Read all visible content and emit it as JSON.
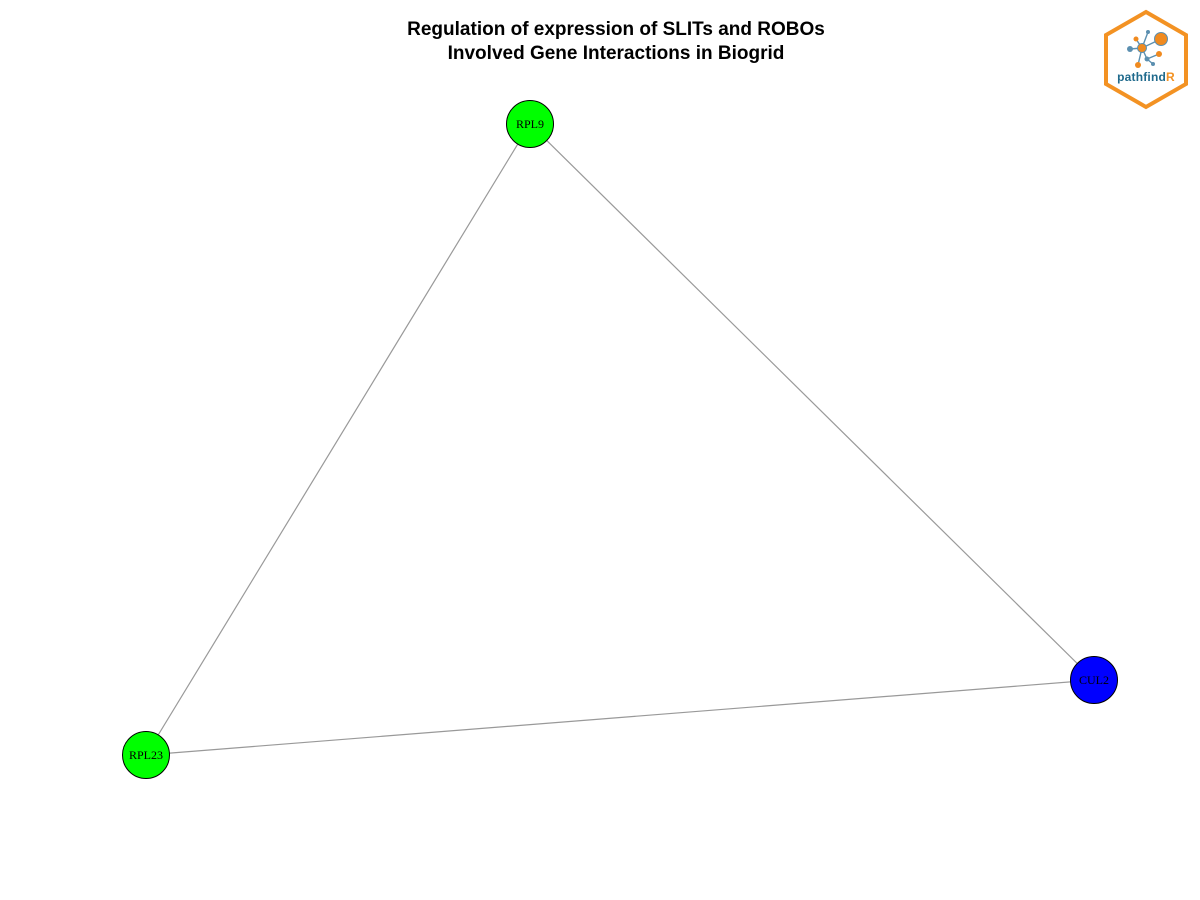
{
  "header": {
    "title_line1": "Regulation of expression of SLITs and ROBOs",
    "title_line2": "Involved Gene Interactions in Biogrid"
  },
  "logo": {
    "text_main": "pathfind",
    "text_accent": "R",
    "colors": {
      "hex": "#f39223",
      "text": "#1f6a8c",
      "node": "#f08a1f",
      "edge": "#5b8fb0"
    }
  },
  "graph": {
    "colors": {
      "up": "#00ff00",
      "down": "#0000ff",
      "edge": "#999999",
      "outline": "#000000"
    },
    "nodes": [
      {
        "id": "RPL9",
        "label": "RPL9",
        "group": "up"
      },
      {
        "id": "RPL23",
        "label": "RPL23",
        "group": "up"
      },
      {
        "id": "CUL2",
        "label": "CUL2",
        "group": "down"
      }
    ],
    "edges": [
      {
        "source": "RPL9",
        "target": "RPL23"
      },
      {
        "source": "RPL9",
        "target": "CUL2"
      },
      {
        "source": "RPL23",
        "target": "CUL2"
      }
    ]
  }
}
